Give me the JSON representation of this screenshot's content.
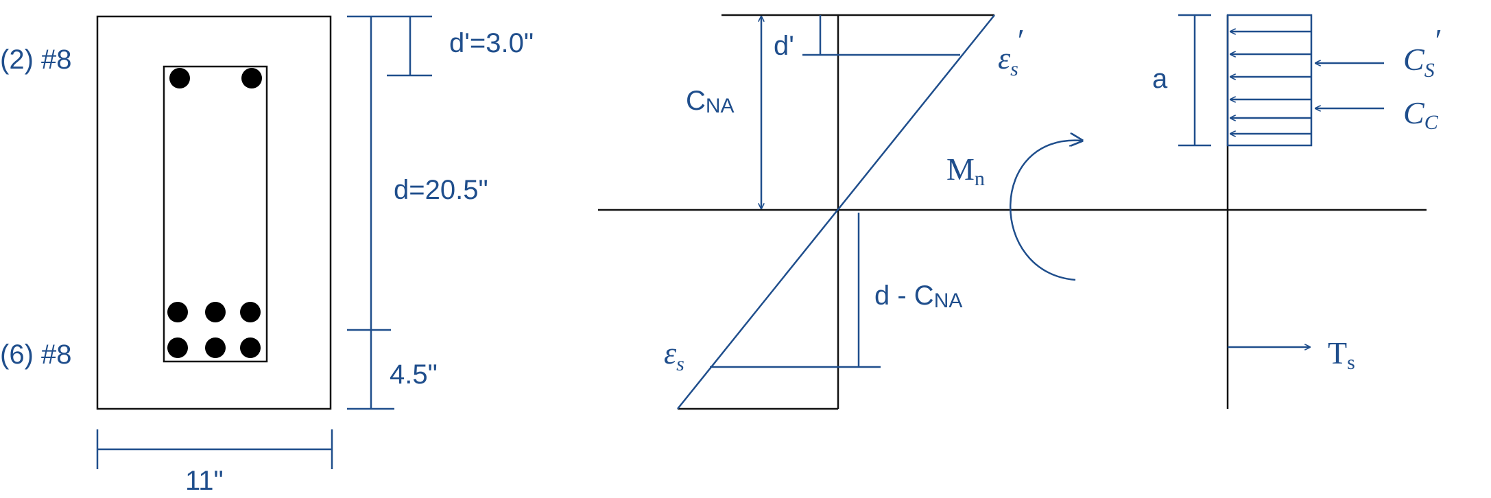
{
  "section": {
    "top_bars_label": "(2) #8",
    "bottom_bars_label": "(6) #8",
    "width_label": "11\"",
    "dprime_label": "d'=3.0\"",
    "d_label": "d=20.5\"",
    "bottom_dim_label": "4.5\""
  },
  "strain": {
    "dprime": "d'",
    "cna_main": "C",
    "cna_sub": "NA",
    "d_minus_cna_main": "d - C",
    "d_minus_cna_sub": "NA",
    "eps_s_prime_main": "ε",
    "eps_s_prime_sub": "s",
    "eps_s_prime_mark": "′",
    "eps_s_main": "ε",
    "eps_s_sub": "s"
  },
  "moment": {
    "main": "M",
    "sub": "n"
  },
  "forces": {
    "a": "a",
    "cs_main": "C",
    "cs_sub": "S",
    "cs_mark": "′",
    "cc_main": "C",
    "cc_sub": "C",
    "ts_main": "T",
    "ts_sub": "s"
  },
  "colors": {
    "annotation": "#1f4e8c",
    "member": "#111111"
  }
}
